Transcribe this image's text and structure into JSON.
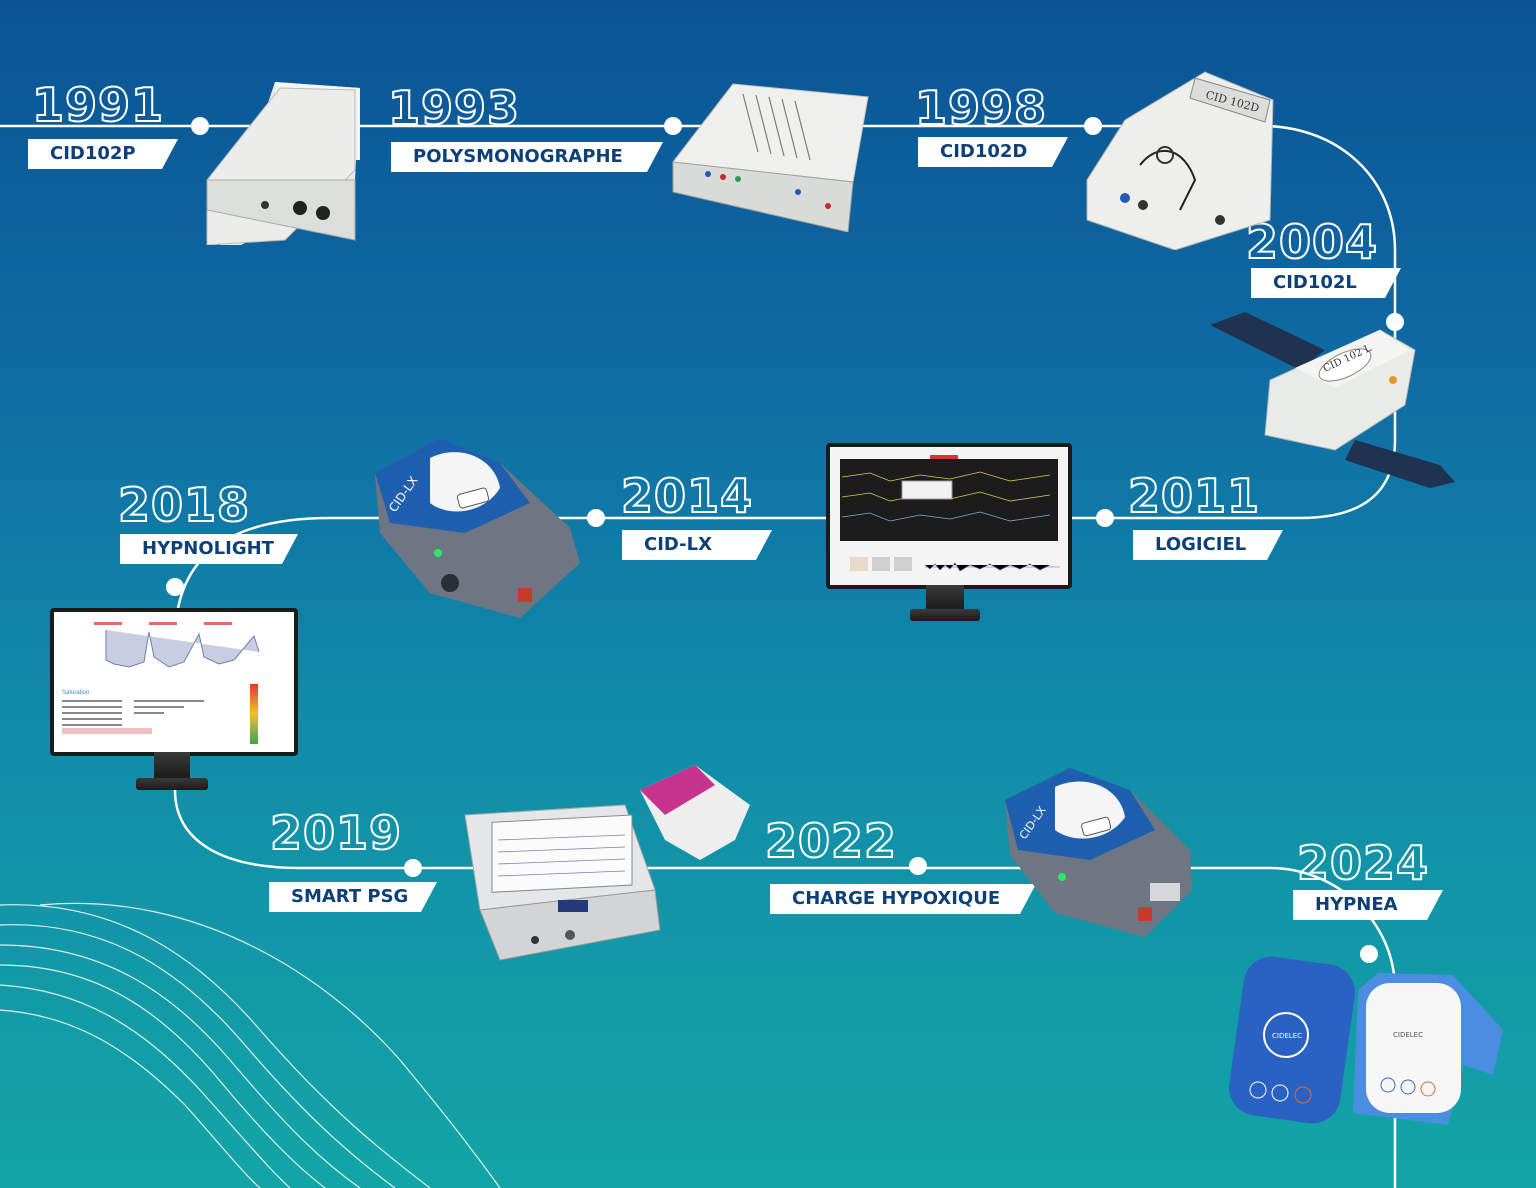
{
  "milestones": [
    {
      "year": "1991",
      "name": "CID102P",
      "device_icon": "box-device-icon"
    },
    {
      "year": "1993",
      "name": "POLYSMONOGRAPHE",
      "device_icon": "flat-box-device-icon"
    },
    {
      "year": "1998",
      "name": "CID102D",
      "device_icon": "box-device-icon"
    },
    {
      "year": "2004",
      "name": "CID102L",
      "device_icon": "wrist-device-icon"
    },
    {
      "year": "2011",
      "name": "LOGICIEL",
      "device_icon": "monitor-icon"
    },
    {
      "year": "2014",
      "name": "CID-LX",
      "device_icon": "portable-recorder-icon"
    },
    {
      "year": "2018",
      "name": "HYPNOLIGHT",
      "device_icon": "monitor-icon"
    },
    {
      "year": "2019",
      "name": "SMART PSG",
      "device_icon": "psg-console-icon"
    },
    {
      "year": "2022",
      "name": "CHARGE HYPOXIQUE",
      "device_icon": "portable-recorder-icon"
    },
    {
      "year": "2024",
      "name": "HYPNEA",
      "device_icon": "wearable-pair-icon"
    }
  ],
  "device_text": {
    "cid102d_plate": "CID 102D",
    "cid102l_plate": "CID 102 L",
    "cidlx_brand": "CID-LX",
    "hypnea_brand": "CIDELEC"
  },
  "colors": {
    "bg_top": "#0a5495",
    "bg_bottom": "#13a5a6",
    "label_text": "#0d3f78",
    "line": "#ffffff",
    "device_blue": "#1f5fb0",
    "device_grey": "#6e7684",
    "hypnea_blue": "#2a62c4"
  }
}
